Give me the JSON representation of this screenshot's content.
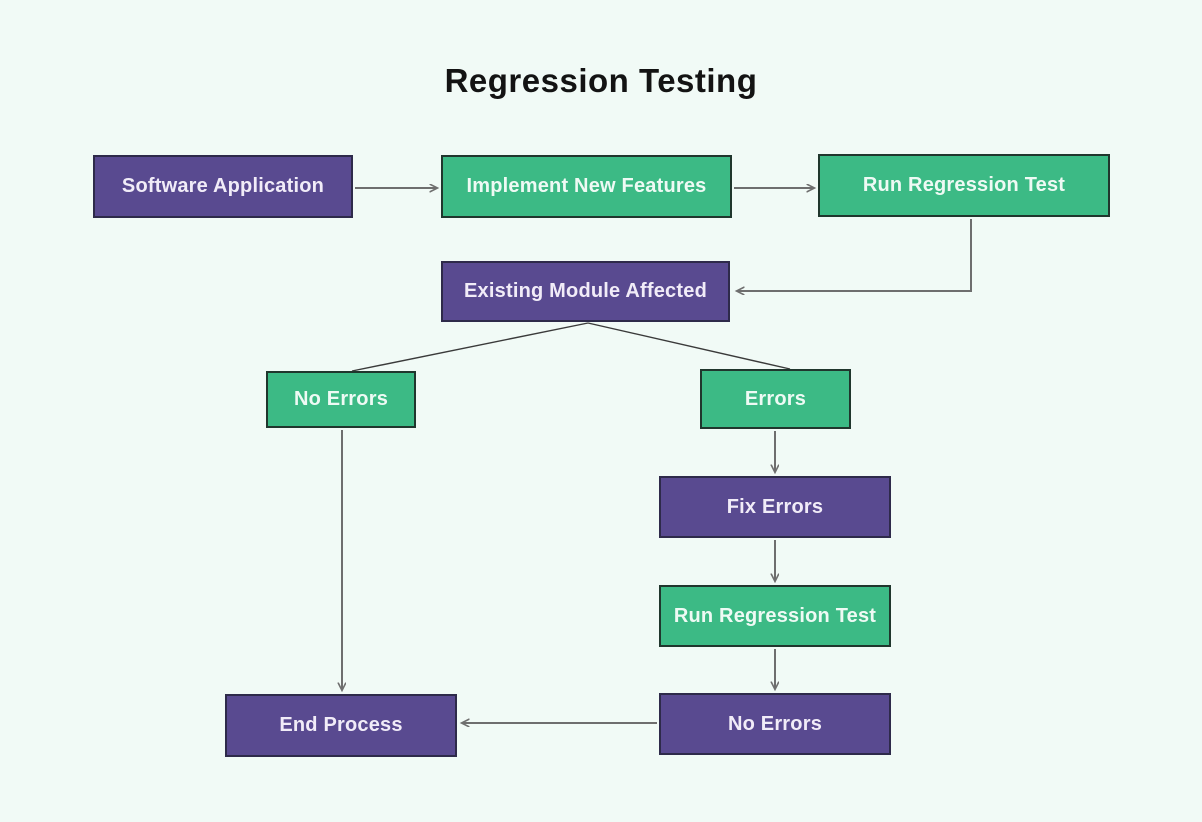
{
  "title": "Regression Testing",
  "palette": {
    "background": "#f1faf6",
    "node_purple": "#594a90",
    "node_purple_border": "#2e2a4a",
    "node_green": "#3cba85",
    "node_green_border": "#20362d",
    "node_text": "#f1ecf8",
    "connector": "#6e6e6e",
    "branch_line": "#3a3a3a",
    "title_color": "#131313"
  },
  "nodes": [
    {
      "id": "software-application",
      "label": "Software Application",
      "color": "purple"
    },
    {
      "id": "implement-new-features",
      "label": "Implement New Features",
      "color": "green"
    },
    {
      "id": "run-regression-test",
      "label": "Run Regression Test",
      "color": "green"
    },
    {
      "id": "existing-module-affected",
      "label": "Existing Module Affected",
      "color": "purple"
    },
    {
      "id": "no-errors-branch",
      "label": "No Errors",
      "color": "green"
    },
    {
      "id": "errors-branch",
      "label": "Errors",
      "color": "green"
    },
    {
      "id": "fix-errors",
      "label": "Fix Errors",
      "color": "purple"
    },
    {
      "id": "run-regression-test-2",
      "label": "Run Regression Test",
      "color": "green"
    },
    {
      "id": "no-errors-result",
      "label": "No Errors",
      "color": "purple"
    },
    {
      "id": "end-process",
      "label": "End Process",
      "color": "purple"
    }
  ],
  "edges": [
    {
      "from": "software-application",
      "to": "implement-new-features"
    },
    {
      "from": "implement-new-features",
      "to": "run-regression-test"
    },
    {
      "from": "run-regression-test",
      "to": "existing-module-affected"
    },
    {
      "from": "existing-module-affected",
      "to": "no-errors-branch"
    },
    {
      "from": "existing-module-affected",
      "to": "errors-branch"
    },
    {
      "from": "errors-branch",
      "to": "fix-errors"
    },
    {
      "from": "fix-errors",
      "to": "run-regression-test-2"
    },
    {
      "from": "run-regression-test-2",
      "to": "no-errors-result"
    },
    {
      "from": "no-errors-branch",
      "to": "end-process"
    },
    {
      "from": "no-errors-result",
      "to": "end-process"
    }
  ]
}
